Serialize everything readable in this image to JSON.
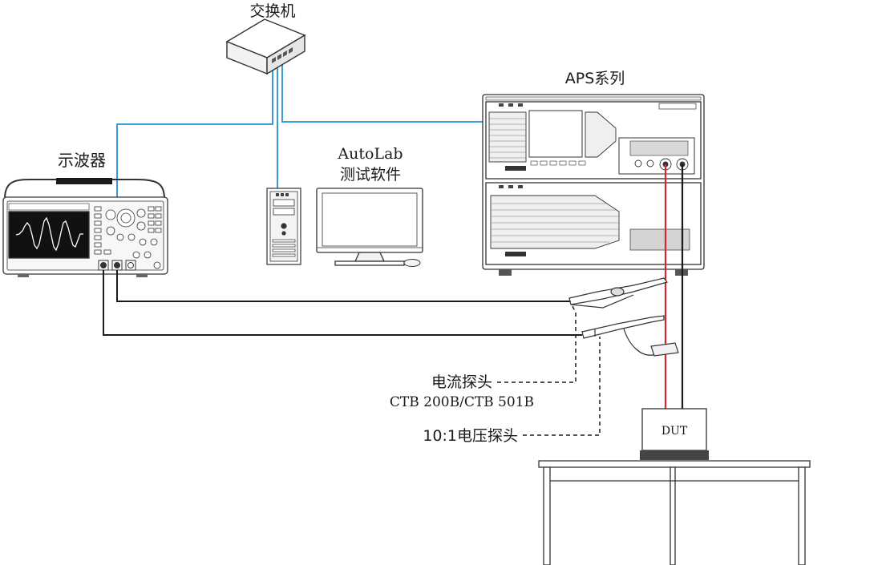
{
  "labels": {
    "switch": "交换机",
    "aps_series": "APS系列",
    "oscilloscope": "示波器",
    "autolab_line1": "AutoLab",
    "autolab_line2": "测试软件",
    "current_probe": "电流探头",
    "current_probe_models": "CTB 200B/CTB 501B",
    "voltage_probe": "10:1电压探头",
    "dut": "DUT"
  },
  "colors": {
    "network_cable": "#3a9bdc",
    "positive_lead": "#d9262e",
    "negative_lead": "#1a1a1a",
    "outline": "#333333"
  }
}
